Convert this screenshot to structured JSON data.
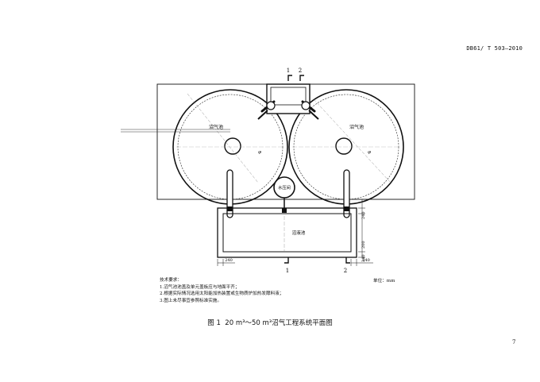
{
  "header": {
    "standard_code": "DB61/ T 503—2010"
  },
  "labels": {
    "tank_left": "沼气池",
    "tank_right": "沼气池",
    "water_pressure_room": "水压间",
    "slurry_pool": "沼液池",
    "phi_left": "φ",
    "phi_right": "φ"
  },
  "section_marks": {
    "top_1": "1",
    "top_2": "2",
    "bottom_1": "1",
    "bottom_2": "2"
  },
  "dimensions": {
    "d_240_bottom_left": "240",
    "d_240_bottom_right": "240",
    "d_240_right_upper": "240",
    "d_200_right": "200",
    "d_240_right_lower": "240"
  },
  "notes": {
    "title": "技术要求：",
    "items": [
      "1.沼气池池盖及单元盖板应与地面平齐；",
      "2.根据实际情况选用太阳能加热装置或生物质炉加热发酵料液；",
      "3.图上未尽事宜参照标准实施。"
    ],
    "unit": "单位：mm"
  },
  "caption": {
    "prefix": "图 1",
    "range": "20 m³～50 m³",
    "title": "沼气工程系统平面图"
  },
  "page": {
    "number": "7"
  }
}
